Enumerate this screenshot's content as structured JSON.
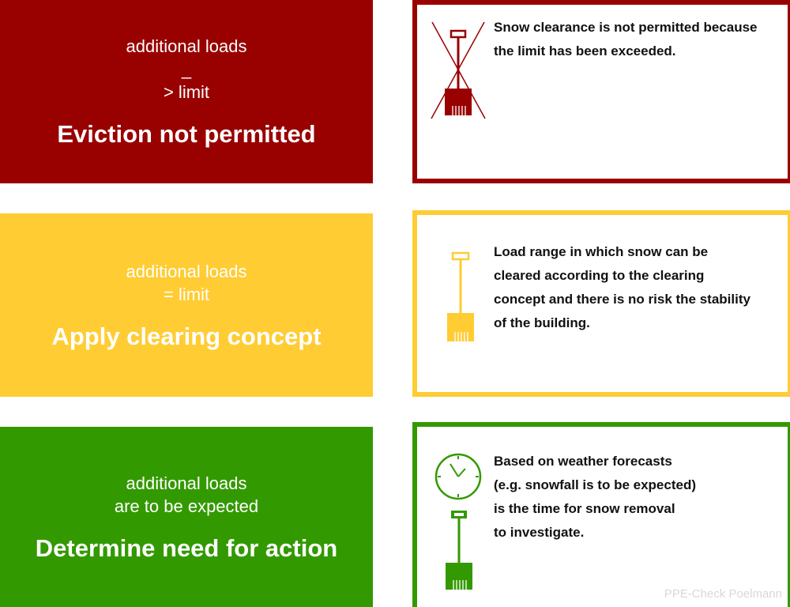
{
  "colors": {
    "red": "#990000",
    "yellow": "#ffcc33",
    "green": "#339900"
  },
  "rows": [
    {
      "condition_line1": "additional loads",
      "condition_symbol": "_",
      "condition_line2": "> limit",
      "title": "Eviction not permitted",
      "description": [
        "Snow clearance is not permitted because",
        "the limit has been exceeded."
      ],
      "icon": "crossed-out-snow-shovel-icon"
    },
    {
      "condition_line1": "additional loads",
      "condition_line2": "= limit",
      "title": "Apply clearing concept",
      "description": [
        "Load range in which snow can be",
        "cleared according to the clearing",
        "concept and there is no risk the stability",
        "of the building."
      ],
      "icon": "snow-shovel-icon"
    },
    {
      "condition_line1": "additional loads",
      "condition_line2": "are to be expected",
      "title": "Determine need for action",
      "description": [
        "Based on weather forecasts",
        "(e.g. snowfall is to be expected)",
        "is the time for snow removal",
        "to investigate."
      ],
      "icon": "clock-and-snow-shovel-icon"
    }
  ],
  "credit": "PPE-Check Poelmann"
}
